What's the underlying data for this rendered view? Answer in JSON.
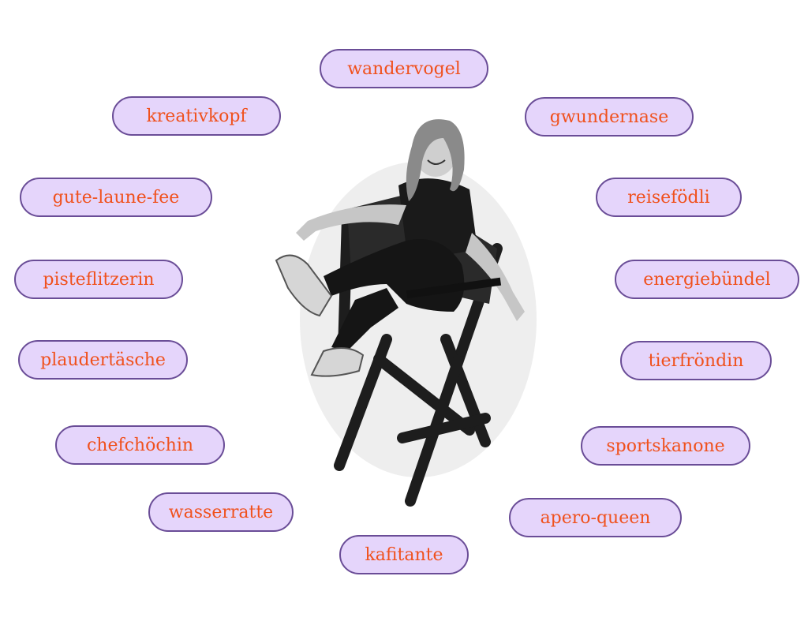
{
  "tags": {
    "wandervogel": "wandervogel",
    "kreativkopf": "kreativkopf",
    "gwundernase": "gwundernase",
    "gute_laune_fee": "gute-laune-fee",
    "reisefoedli": "reisefödli",
    "pisteflitzerin": "pisteflitzerin",
    "energiebuendel": "energiebündel",
    "plaudertaesche": "plaudertäsche",
    "tierfroendin": "tierfröndin",
    "chefchoechin": "chefchöchin",
    "sportskanone": "sportskanone",
    "wasserratte": "wasserratte",
    "apero_queen": "apero-queen",
    "kafitante": "kafitante"
  },
  "colors": {
    "pill_fill": "#e5d5fb",
    "pill_border": "#6a4d97",
    "pill_text": "#f0511d"
  }
}
